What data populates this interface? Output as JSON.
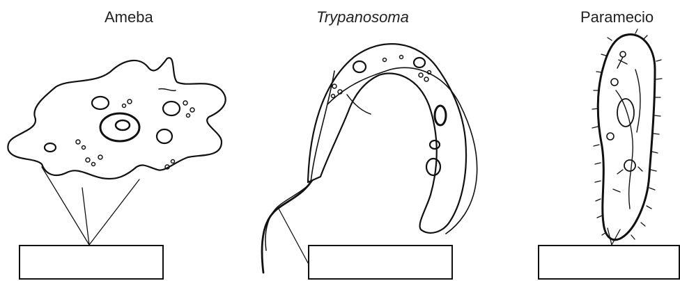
{
  "figures": [
    {
      "name": "Ameba",
      "italic": false
    },
    {
      "name": "Trypanosoma",
      "italic": true
    },
    {
      "name": "Paramecio",
      "italic": false
    }
  ],
  "answer_boxes": [
    "",
    "",
    ""
  ]
}
